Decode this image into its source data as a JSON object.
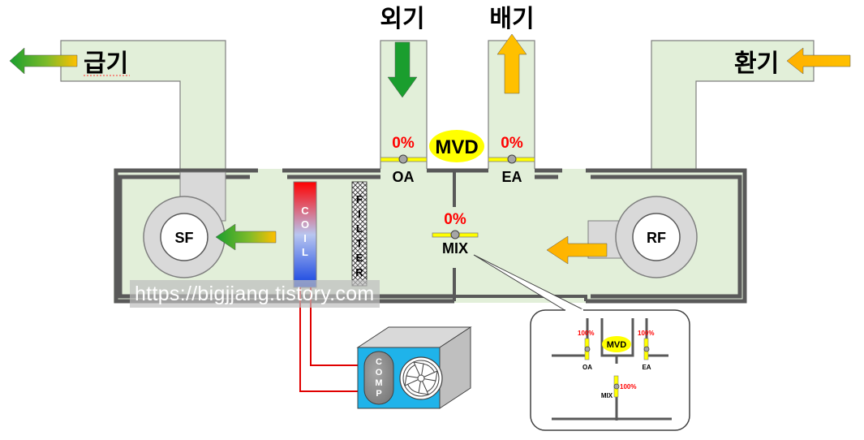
{
  "labels": {
    "supply": "급기",
    "outside_air": "외기",
    "exhaust": "배기",
    "return": "환기",
    "mvd": "MVD",
    "oa": "OA",
    "ea": "EA",
    "mix": "MIX",
    "sf": "SF",
    "rf": "RF",
    "coil": "COIL",
    "filter": "FILTER",
    "comp": "COMP"
  },
  "dampers": {
    "oa_pct": "0%",
    "ea_pct": "0%",
    "mix_pct": "0%"
  },
  "callout": {
    "mvd": "MVD",
    "oa": "OA",
    "ea": "EA",
    "mix": "MIX",
    "oa_pct": "100%",
    "ea_pct": "100%",
    "mix_pct": "100%"
  },
  "watermark": "https://bigjjang.tistory.com",
  "colors": {
    "duct_fill": "#e2efd9",
    "duct_wall": "#595959",
    "fan_ring": "#d9d9d9",
    "arrow_green": "#1a9e2e",
    "arrow_orange": "#ffc000",
    "damper_yellow": "#ffff00",
    "pct_red": "#ff0000",
    "condenser_blue": "#1fb3ea",
    "condenser_side": "#c8c8c8",
    "comp_gray": "#8c8c8c",
    "refrigerant_line": "#e00000"
  },
  "icons": [
    "supply-arrow-icon",
    "outside-air-arrow-icon",
    "exhaust-arrow-icon",
    "return-arrow-icon",
    "fan-icon",
    "condenser-fan-icon"
  ]
}
